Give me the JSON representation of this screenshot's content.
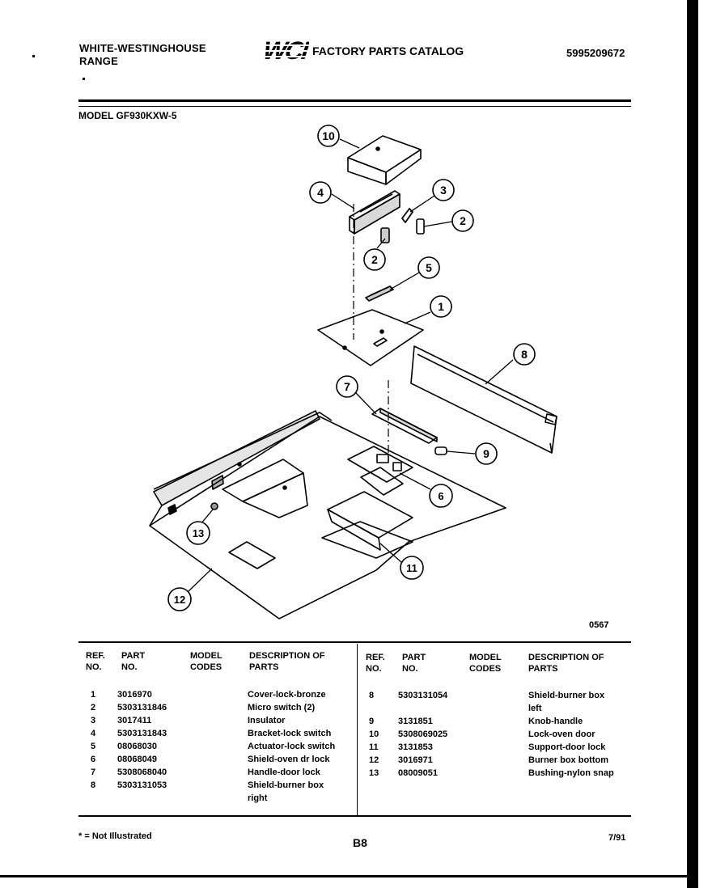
{
  "header": {
    "brand_line1": "WHITE-WESTINGHOUSE",
    "brand_line2": "RANGE",
    "logo_text": "WCI",
    "catalog_title": "FACTORY PARTS CATALOG",
    "catalog_number": "5995209672"
  },
  "model_label": "MODEL GF930KXW-5",
  "diagram": {
    "code": "0567",
    "callouts": [
      "1",
      "2",
      "2",
      "3",
      "4",
      "5",
      "6",
      "7",
      "8",
      "9",
      "10",
      "11",
      "12",
      "13"
    ]
  },
  "table": {
    "headers": {
      "ref": "REF. NO.",
      "part": "PART NO.",
      "codes": "MODEL CODES",
      "desc": "DESCRIPTION OF PARTS"
    },
    "left_rows": [
      {
        "ref": "1",
        "part": "3016970",
        "desc": "Cover-lock-bronze",
        "desc2": ""
      },
      {
        "ref": "2",
        "part": "5303131846",
        "desc": "Micro switch (2)",
        "desc2": ""
      },
      {
        "ref": "3",
        "part": "3017411",
        "desc": "Insulator",
        "desc2": ""
      },
      {
        "ref": "4",
        "part": "5303131843",
        "desc": "Bracket-lock switch",
        "desc2": ""
      },
      {
        "ref": "5",
        "part": "08068030",
        "desc": "Actuator-lock switch",
        "desc2": ""
      },
      {
        "ref": "6",
        "part": "08068049",
        "desc": "Shield-oven dr lock",
        "desc2": ""
      },
      {
        "ref": "7",
        "part": "5308068040",
        "desc": "Handle-door lock",
        "desc2": ""
      },
      {
        "ref": "8",
        "part": "5303131053",
        "desc": "Shield-burner box",
        "desc2": "right"
      }
    ],
    "right_rows": [
      {
        "ref": "8",
        "part": "5303131054",
        "desc": "Shield-burner box",
        "desc2": "left"
      },
      {
        "ref": "9",
        "part": "3131851",
        "desc": "Knob-handle",
        "desc2": ""
      },
      {
        "ref": "10",
        "part": "5308069025",
        "desc": "Lock-oven door",
        "desc2": ""
      },
      {
        "ref": "11",
        "part": "3131853",
        "desc": "Support-door lock",
        "desc2": ""
      },
      {
        "ref": "12",
        "part": "3016971",
        "desc": "Burner box bottom",
        "desc2": ""
      },
      {
        "ref": "13",
        "part": "08009051",
        "desc": "Bushing-nylon snap",
        "desc2": ""
      }
    ]
  },
  "footer": {
    "note": "* = Not Illustrated",
    "page": "B8",
    "date": "7/91"
  }
}
